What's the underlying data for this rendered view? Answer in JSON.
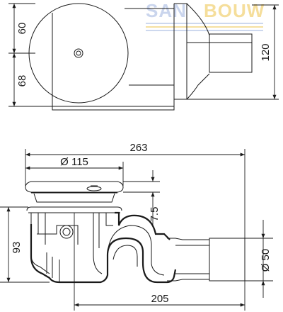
{
  "watermark": {
    "text_left": "SAN",
    "text_right": "BOUW",
    "colors": {
      "blue": "#b9c8e8",
      "yellow": "#f2d37a"
    }
  },
  "top_view": {
    "dimensions": {
      "upper_height": "60",
      "lower_height": "68",
      "total_height": "120"
    }
  },
  "side_view": {
    "dimensions": {
      "overall_length": "263",
      "cover_diameter": "Ø 115",
      "gap": "7.5",
      "height": "93",
      "outlet_diameter": "Ø 50",
      "outlet_distance": "205"
    }
  },
  "colors": {
    "line": "#1a1a1a",
    "background": "#ffffff"
  }
}
